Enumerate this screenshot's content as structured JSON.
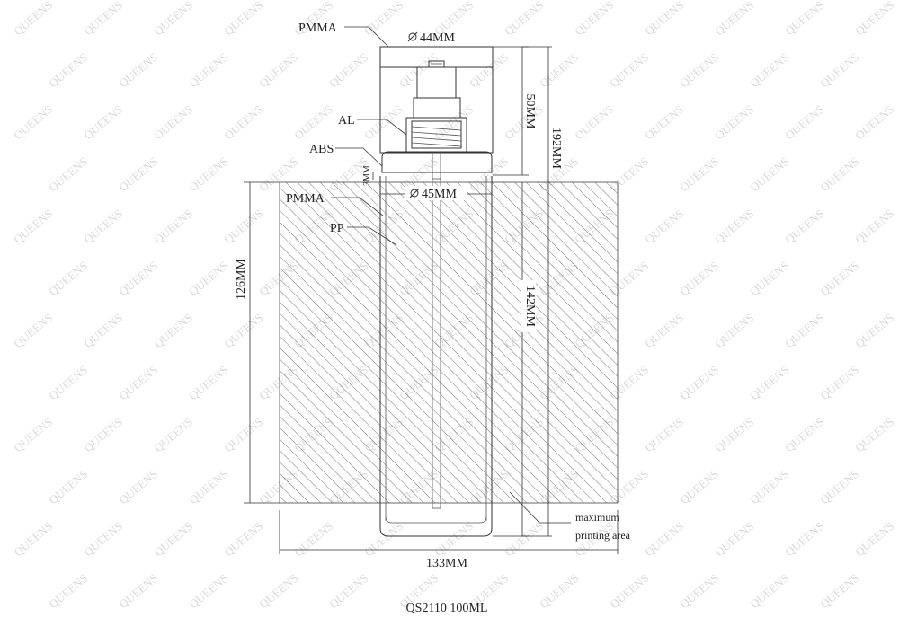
{
  "watermark": "QUEENS",
  "product": "QS2110 100ML",
  "materials": {
    "cap": "PMMA",
    "collar": "AL",
    "shoulder": "ABS",
    "outer_bottle": "PMMA",
    "inner_bottle": "PP"
  },
  "dimensions": {
    "cap_diameter": "44MM",
    "bottle_diameter": "45MM",
    "cap_height": "50MM",
    "total_height": "192MM",
    "gap": "3MM",
    "bottle_height": "142MM",
    "print_height": "126MM",
    "print_width": "133MM"
  },
  "annotation": {
    "line1": "maximum",
    "line2": "printing area"
  },
  "colors": {
    "line": "#333333",
    "hatch": "#666666",
    "watermark": "#d9d9d9"
  },
  "icons": {
    "diameter": "diameter-symbol-icon"
  }
}
